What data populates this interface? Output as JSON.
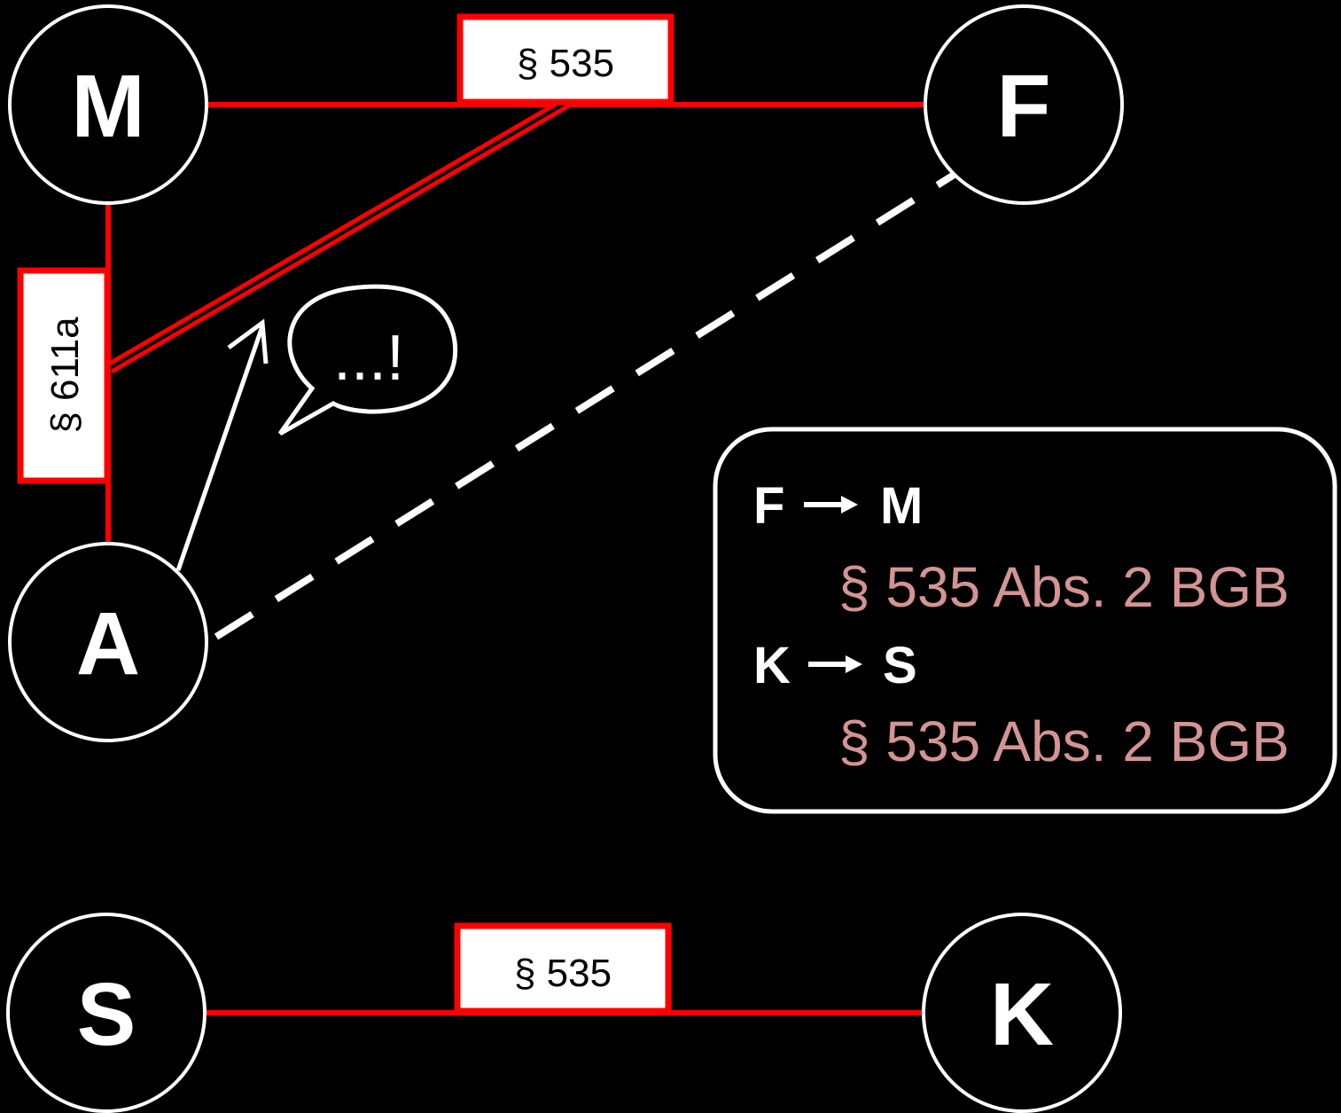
{
  "nodes": {
    "m": "M",
    "f": "F",
    "a": "A",
    "s": "S",
    "k": "K"
  },
  "edge_labels": {
    "m_f": "§ 535",
    "m_a": "§ 611a",
    "s_k": "§ 535"
  },
  "speech_bubble": "...!",
  "legend": {
    "rows": [
      {
        "from": "F",
        "to": "M",
        "reference": "§ 535 Abs. 2 BGB"
      },
      {
        "from": "K",
        "to": "S",
        "reference": "§ 535 Abs. 2 BGB"
      }
    ]
  },
  "colors": {
    "background": "#000000",
    "relation_line": "#ff0000",
    "node_stroke": "#ffffff",
    "reference_text": "#d49494"
  },
  "icons": {
    "arrow": "right-arrow-icon"
  }
}
